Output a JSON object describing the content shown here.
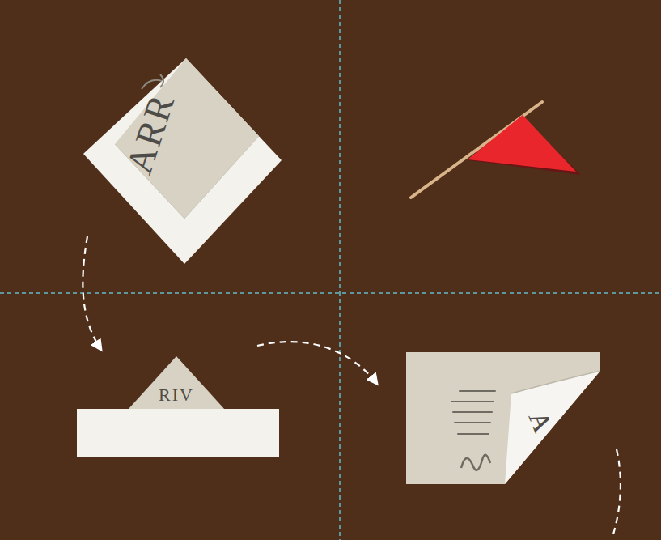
{
  "diagram": {
    "labels": [
      "ARR",
      "RIV",
      "A"
    ]
  }
}
